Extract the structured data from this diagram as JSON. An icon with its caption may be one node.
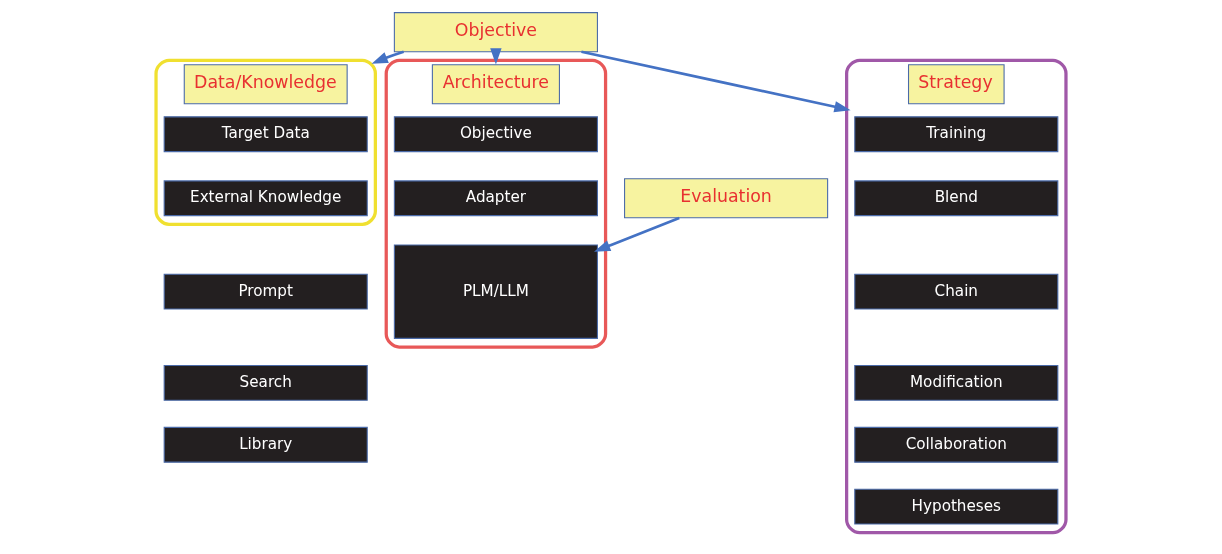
{
  "diagram": {
    "nodes": [
      {
        "text": [
          "Objective"
        ]
      },
      {
        "text": [
          "Data/Knowledge"
        ]
      },
      {
        "text": [
          "Target Data"
        ],
        "in": 1
      },
      {
        "text": [
          "External Knowledge"
        ],
        "in": 1
      },
      {
        "text": [
          "Architecture"
        ]
      },
      {
        "text": [
          "Objective"
        ],
        "in": 4
      },
      {
        "text": [
          "Adapter"
        ],
        "in": 4
      },
      {
        "text": [
          "PLM/LLM"
        ],
        "in": 4
      },
      {
        "text": [
          "Strategy"
        ]
      },
      {
        "text": [
          "Training"
        ],
        "in": 8
      },
      {
        "text": [
          "Blend"
        ],
        "in": 8
      },
      {
        "text": [
          "Chain"
        ],
        "in": 8
      },
      {
        "text": [
          "Modification"
        ],
        "in": 8
      },
      {
        "text": [
          "Collaboration"
        ],
        "in": 8
      },
      {
        "text": [
          "Hypotheses"
        ],
        "in": 8
      },
      {
        "text": [
          "Prompt"
        ]
      },
      {
        "text": [
          "Search"
        ]
      },
      {
        "text": [
          "Library"
        ]
      },
      {
        "text": [
          "Evaluation"
        ]
      }
    ],
    "edges": [
      {
        "from": 0,
        "to": 1,
        "arrow": "to"
      },
      {
        "from": 0,
        "to": 4,
        "arrow": "to"
      },
      {
        "from": 0,
        "to": 8,
        "arrow": "to"
      },
      {
        "from": 18,
        "to": 7,
        "arrow": "to"
      }
    ]
  }
}
